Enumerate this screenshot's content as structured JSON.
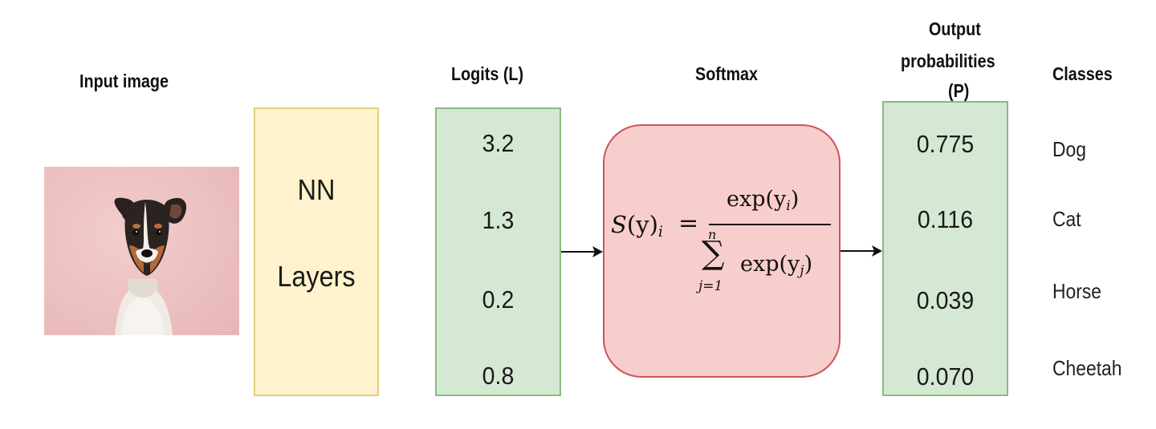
{
  "headers": {
    "input_image": "Input image",
    "logits": "Logits (L)",
    "softmax": "Softmax",
    "output_line1": "Output",
    "output_line2": "probabilities",
    "output_line3": "(P)",
    "classes": "Classes"
  },
  "nn_layers": {
    "line1": "NN",
    "line2": "Layers"
  },
  "logits": [
    "3.2",
    "1.3",
    "0.2",
    "0.8"
  ],
  "probabilities": [
    "0.775",
    "0.116",
    "0.039",
    "0.070"
  ],
  "classes": [
    "Dog",
    "Cat",
    "Horse",
    "Cheetah"
  ],
  "formula": {
    "lhs_S": "S",
    "lhs_y": "(y)",
    "lhs_sub": "i",
    "equals": "=",
    "numerator": "exp(y",
    "numerator_sub": "i",
    "numerator_close": ")",
    "sum_upper": "n",
    "sum_symbol": "∑",
    "sum_lower": "j=1",
    "denominator": "exp(y",
    "denominator_sub": "j",
    "denominator_close": ")"
  },
  "colors": {
    "nn_fill": "#fff2cc",
    "logits_fill": "#d5e8d4",
    "softmax_fill": "#f8cecc",
    "output_fill": "#d5e8d4",
    "image_background": "#ecc1c0"
  },
  "image": {
    "subject": "dog-photo"
  }
}
